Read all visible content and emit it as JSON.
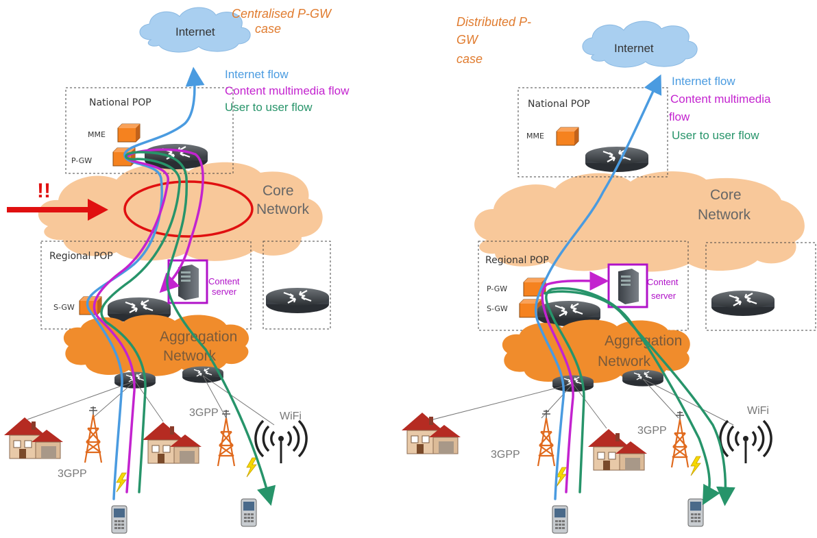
{
  "colors": {
    "internet_flow": "#4a9be0",
    "content_flow": "#c323cf",
    "user_flow": "#27946a",
    "case_title": "#e07b2e",
    "core_cloud": "#f8c89a",
    "aggregation_cloud": "#f08c2c",
    "internet_cloud": "#a9cff0",
    "alert": "#e01010",
    "box_orange": "#f5821f",
    "content_server_frame": "#b012c8"
  },
  "left": {
    "case_title_lines": [
      "Centralised P-GW",
      "case"
    ],
    "internet_label": "Internet",
    "legend": {
      "internet_flow": "Internet flow",
      "content_flow_lines": [
        "Content multimedia flow"
      ],
      "user_flow": "User to user flow"
    },
    "national_pop": "National POP",
    "mme": "MME",
    "pgw": "P-GW",
    "alert": "!!",
    "core_lines": [
      "Core",
      "Network"
    ],
    "regional_pop": "Regional POP",
    "sgw": "S-GW",
    "content_server_lines": [
      "Content",
      "server"
    ],
    "aggregation_lines": [
      "Aggregation",
      "Network"
    ],
    "label_3gpp_a": "3GPP",
    "label_3gpp_b": "3GPP",
    "wifi": "WiFi"
  },
  "right": {
    "case_title_lines": [
      "Distributed P-",
      "GW",
      "case"
    ],
    "internet_label": "Internet",
    "legend": {
      "internet_flow": "Internet flow",
      "content_flow_lines": [
        "Content multimedia",
        "flow"
      ],
      "user_flow": "User to user flow"
    },
    "national_pop": "National POP",
    "mme": "MME",
    "core_lines": [
      "Core",
      "Network"
    ],
    "regional_pop": "Regional POP",
    "pgw": "P-GW",
    "sgw": "S-GW",
    "content_server_lines": [
      "Content",
      "server"
    ],
    "aggregation_lines": [
      "Aggregation",
      "Network"
    ],
    "label_3gpp_a": "3GPP",
    "label_3gpp_b": "3GPP",
    "wifi": "WiFi"
  }
}
